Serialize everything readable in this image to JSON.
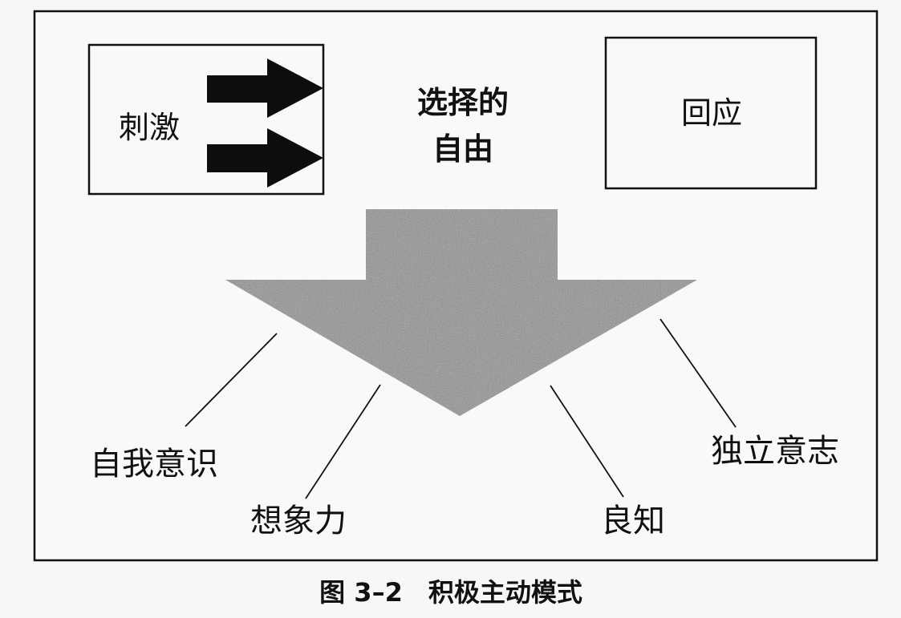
{
  "diagram": {
    "stimulus": "刺激",
    "freedom_line1": "选择的",
    "freedom_line2": "自由",
    "response": "回应",
    "endowments": {
      "self_awareness": "自我意识",
      "imagination": "想象力",
      "conscience": "良知",
      "independent_will": "独立意志"
    },
    "caption": "图 3–2　积极主动模式"
  },
  "colors": {
    "arrow_fill": "#8f8f8f",
    "stroke": "#111111",
    "background": "#f7f7f5"
  }
}
